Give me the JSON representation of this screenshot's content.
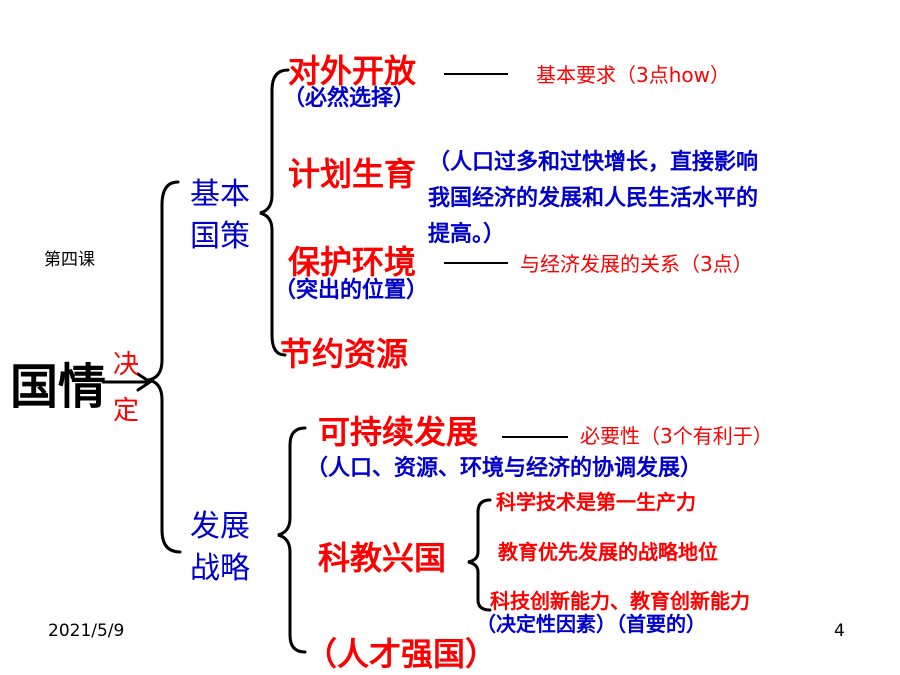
{
  "lesson": "第四课",
  "date": "2021/5/9",
  "page_number": "4",
  "root": {
    "text": "国情",
    "connector": [
      "决",
      "定"
    ]
  },
  "branch_policy": {
    "label_lines": [
      "基本",
      "国策"
    ],
    "items": {
      "opening": {
        "title": "对外开放",
        "note": "（必然选择）",
        "detail": "基本要求（3点how）"
      },
      "family_planning": {
        "title": "计划生育",
        "detail_lines": [
          "（人口过多和过快增长，直接影响",
          "我国经济的发展和人民生活水平的",
          "提高。）"
        ]
      },
      "environment": {
        "title": "保护环境",
        "note": "（突出的位置）",
        "detail": "与经济发展的关系（3点）"
      },
      "resources": {
        "title": "节约资源"
      }
    }
  },
  "branch_strategy": {
    "label_lines": [
      "发展",
      "战略"
    ],
    "items": {
      "sustainable": {
        "title": "可持续发展",
        "detail": "必要性（3个有利于）",
        "note": "（人口、资源、环境与经济的协调发展）"
      },
      "science_education": {
        "title": "科教兴国",
        "points": [
          "科学技术是第一生产力",
          "教育优先发展的战略地位",
          "科技创新能力、教育创新能力"
        ],
        "note": "（决定性因素）（首要的）"
      },
      "talent": {
        "title": "（人才强国）"
      }
    }
  },
  "colors": {
    "title_red": "#ff0000",
    "label_blue": "#0000cc",
    "text_black": "#000000"
  }
}
